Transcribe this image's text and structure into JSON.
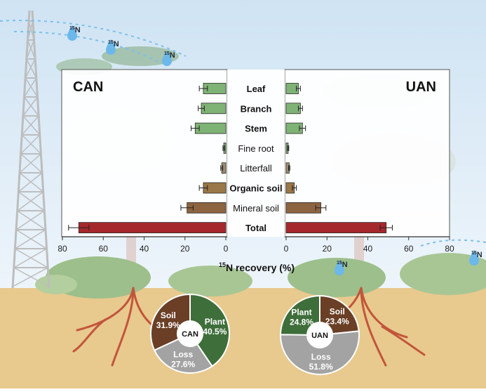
{
  "chart_data": {
    "type": "bar",
    "orientation": "horizontal",
    "title": "",
    "xlabel": "15N recovery (%)",
    "xlabel_prefix": "15",
    "xlabel_main": "N recovery (%)",
    "xlim": [
      0,
      80
    ],
    "xticks": [
      "80",
      "60",
      "40",
      "20",
      "0"
    ],
    "xticks_right": [
      "0",
      "20",
      "40",
      "60",
      "80"
    ],
    "categories": [
      "Leaf",
      "Branch",
      "Stem",
      "Fine root",
      "Litterfall",
      "Organic soil",
      "Mineral soil",
      "Total"
    ],
    "bold_categories": [
      "Leaf",
      "Branch",
      "Stem",
      "Organic soil",
      "Total"
    ],
    "category_colors": [
      "#7fb375",
      "#7fb375",
      "#7fb375",
      "#7fb375",
      "#a28a6a",
      "#9a7748",
      "#8d6440",
      "#a5282c"
    ],
    "series": [
      {
        "name": "CAN",
        "values": [
          11,
          12,
          15,
          1,
          2,
          11,
          19,
          72
        ],
        "errors": [
          2,
          1.5,
          2,
          0.4,
          0.5,
          2,
          3,
          5
        ]
      },
      {
        "name": "UAN",
        "values": [
          6,
          7,
          8,
          1,
          1.5,
          4,
          17,
          49
        ],
        "errors": [
          1,
          1,
          1.5,
          0.3,
          0.3,
          1,
          2.5,
          3
        ]
      }
    ],
    "grid": false,
    "legend": "none"
  },
  "isotope_labels": [
    "15",
    "N"
  ],
  "donuts": [
    {
      "center_label": "CAN",
      "segments": [
        {
          "name": "Plant",
          "percent_label": "40.5%",
          "value": 40.5,
          "color": "#3e6e3a"
        },
        {
          "name": "Loss",
          "percent_label": "27.6%",
          "value": 27.6,
          "color": "#a3a3a3"
        },
        {
          "name": "Soil",
          "percent_label": "31.9%",
          "value": 31.9,
          "color": "#6a3f26"
        }
      ]
    },
    {
      "center_label": "UAN",
      "segments": [
        {
          "name": "Soil",
          "percent_label": "23.4%",
          "value": 23.4,
          "color": "#6a3f26"
        },
        {
          "name": "Loss",
          "percent_label": "51.8%",
          "value": 51.8,
          "color": "#a3a3a3"
        },
        {
          "name": "Plant",
          "percent_label": "24.8%",
          "value": 24.8,
          "color": "#3e6e3a"
        }
      ]
    }
  ],
  "colors": {
    "sky": "#dcebf6",
    "ground": "#e8c98e",
    "panel": "#ffffff",
    "tower": "#c2c2c2",
    "drop": "#6cb8ea"
  }
}
